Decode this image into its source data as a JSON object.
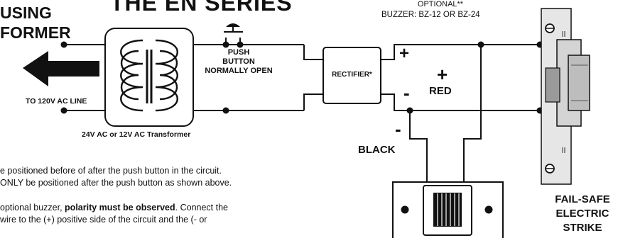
{
  "title_fragment_left_top": "USING",
  "title_fragment_left_bottom": "FORMER",
  "series_title_fragment": "THE EN SERIES",
  "optional_label": "OPTIONAL**",
  "buzzer_label": "BUZZER: BZ-12 OR BZ-24",
  "push_button_label": [
    "PUSH",
    "BUTTON",
    "NORMALLY OPEN"
  ],
  "rectifier_label": "RECTIFIER*",
  "ac_line_label": "TO 120V AC LINE",
  "transformer_label": "24V AC or 12V AC Transformer",
  "rectifier_pos_sign": "+",
  "rectifier_neg_sign": "-",
  "red_sign": "+",
  "red_label": "RED",
  "black_sign": "-",
  "black_label": "BLACK",
  "strike_label": [
    "FAIL-SAFE",
    "ELECTRIC",
    "STRIKE"
  ],
  "notes": {
    "line1": "e positioned before of after the push button in the circuit.",
    "line2": "ONLY be positioned after the push button as shown above.",
    "line3_pre": "optional buzzer, ",
    "line3_bold": "polarity must be observed",
    "line3_post": ". Connect the",
    "line4": "wire to the (+) positive side of the circuit and the (- or"
  },
  "colors": {
    "ink": "#111111",
    "strike_body": "#e8e8e8",
    "strike_dark": "#555555"
  }
}
